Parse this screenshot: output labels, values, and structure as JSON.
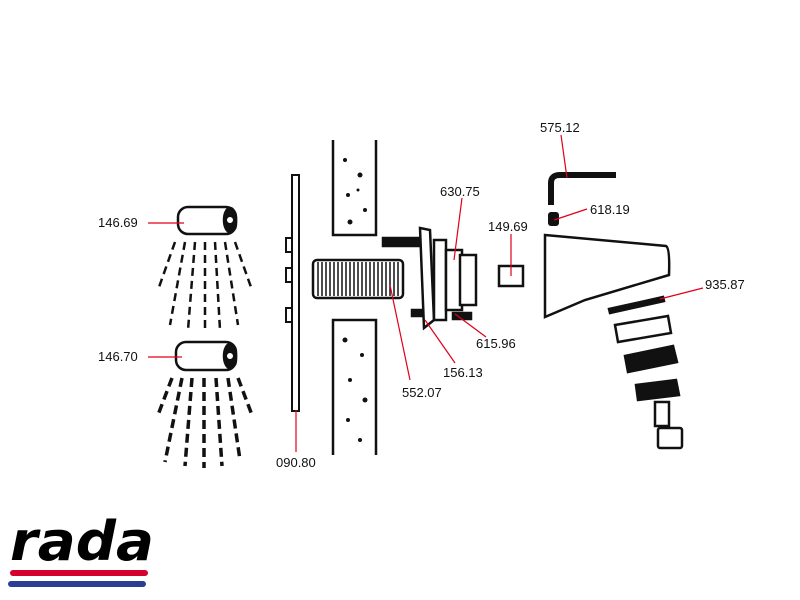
{
  "diagram": {
    "part_labels": {
      "spray_head_top": "146.69",
      "spray_head_bottom": "146.70",
      "backplate": "090.80",
      "threaded_tube": "552.07",
      "body_flange": "156.13",
      "nut_washer": "615.96",
      "o_ring": "630.75",
      "insert": "149.69",
      "hex_key": "575.12",
      "grub_screw": "618.19",
      "cartridge_seal": "935.87"
    }
  },
  "logo": {
    "text": "rada",
    "red": "#d4002e",
    "blue": "#2b3d94"
  },
  "colors": {
    "leader_line": "#e0001a",
    "ink": "#111111"
  }
}
